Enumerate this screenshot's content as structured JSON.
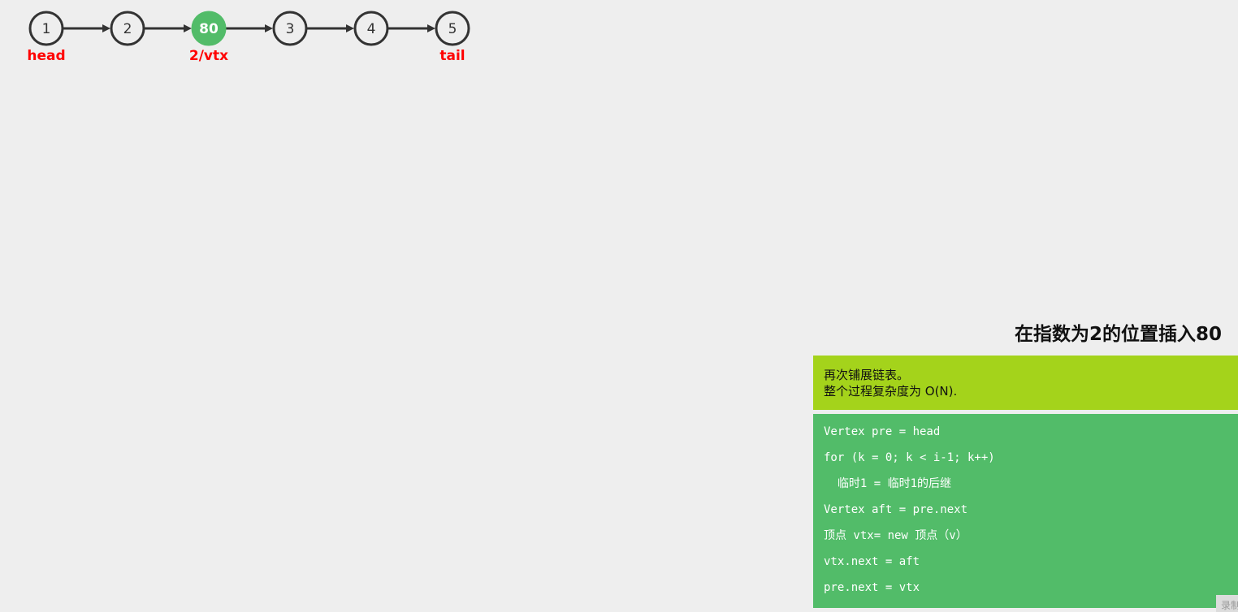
{
  "visualization": {
    "nodes": [
      {
        "value": "1",
        "label": "head",
        "active": false
      },
      {
        "value": "2",
        "label": "",
        "active": false
      },
      {
        "value": "80",
        "label": "2/vtx",
        "active": true
      },
      {
        "value": "3",
        "label": "",
        "active": false
      },
      {
        "value": "4",
        "label": "",
        "active": false
      },
      {
        "value": "5",
        "label": "tail",
        "active": false
      }
    ]
  },
  "operation": {
    "title": "在指数为2的位置插入80"
  },
  "status": {
    "line1": "再次铺展链表。",
    "line2": "整个过程复杂度为 O(N)."
  },
  "code": {
    "lines": [
      "Vertex pre = head",
      "for (k = 0; k < i-1; k++)",
      "  临时1 = 临时1的后继",
      "Vertex aft = pre.next",
      "顶点 vtx= new 顶点（v）",
      "vtx.next = aft",
      "pre.next = vtx"
    ]
  },
  "corner_tab": {
    "label": "录制"
  },
  "colors": {
    "background": "#eeeeee",
    "node_stroke": "#333333",
    "active_node": "#52bc69",
    "label_red": "#ff0000",
    "status_bg": "#a4d31b",
    "code_bg": "#52bc69"
  }
}
